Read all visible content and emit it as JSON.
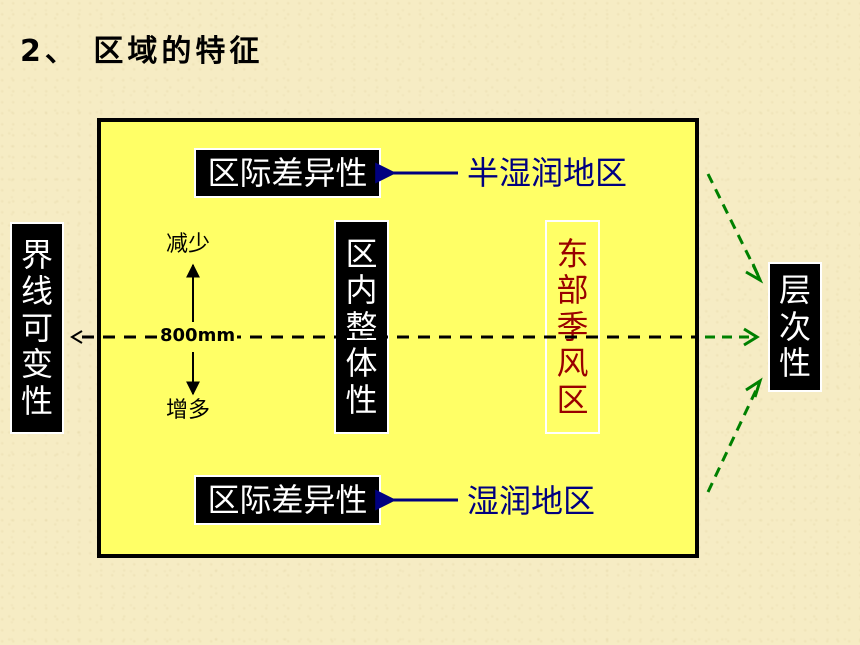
{
  "title": "2、 区域的特征",
  "top_box": "区际差异性",
  "top_region": "半湿润地区",
  "bottom_box": "区际差异性",
  "bottom_region": "湿润地区",
  "left_box": [
    "界",
    "线",
    "可",
    "变",
    "性"
  ],
  "right_box": [
    "层",
    "次",
    "性"
  ],
  "center_box": [
    "区",
    "内",
    "整",
    "体",
    "性"
  ],
  "east_box": [
    "东",
    "部",
    "季",
    "风",
    "区"
  ],
  "decrease_label": "减少",
  "increase_label": "增多",
  "isohyet_label": "800mm",
  "colors": {
    "panel": "#ffff66",
    "region_text": "#000080",
    "east_text": "#990000",
    "dash_arrow": "#008000"
  }
}
